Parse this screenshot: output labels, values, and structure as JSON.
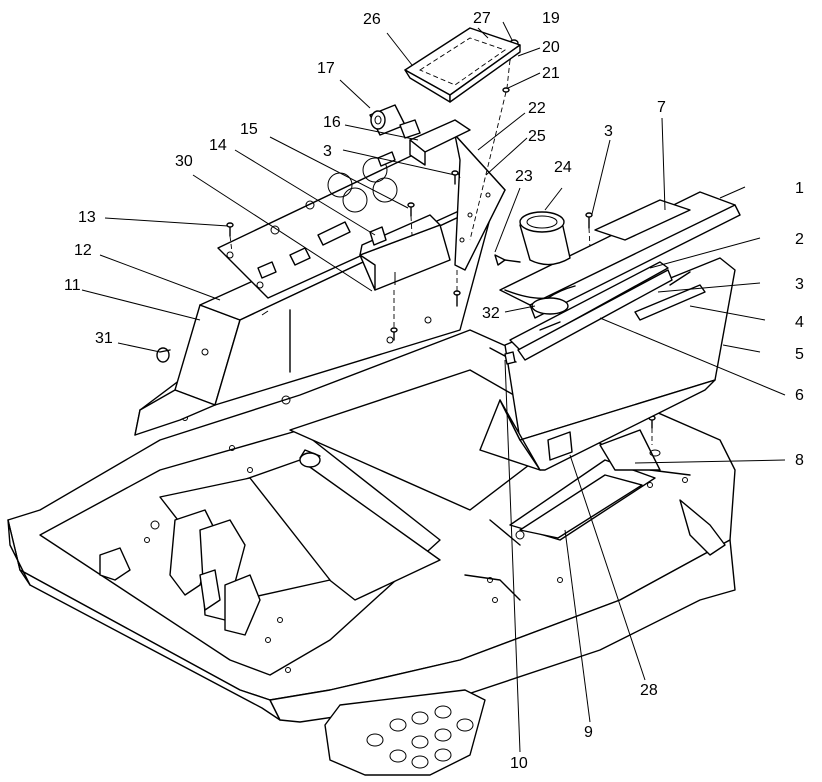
{
  "callouts": [
    {
      "id": "c1",
      "label": "1"
    },
    {
      "id": "c2",
      "label": "2"
    },
    {
      "id": "c3a",
      "label": "3"
    },
    {
      "id": "c3b",
      "label": "3"
    },
    {
      "id": "c3c",
      "label": "3"
    },
    {
      "id": "c4",
      "label": "4"
    },
    {
      "id": "c5",
      "label": "5"
    },
    {
      "id": "c6",
      "label": "6"
    },
    {
      "id": "c7",
      "label": "7"
    },
    {
      "id": "c8",
      "label": "8"
    },
    {
      "id": "c9",
      "label": "9"
    },
    {
      "id": "c10",
      "label": "10"
    },
    {
      "id": "c11",
      "label": "11"
    },
    {
      "id": "c12",
      "label": "12"
    },
    {
      "id": "c13",
      "label": "13"
    },
    {
      "id": "c14",
      "label": "14"
    },
    {
      "id": "c15",
      "label": "15"
    },
    {
      "id": "c16",
      "label": "16"
    },
    {
      "id": "c17",
      "label": "17"
    },
    {
      "id": "c19",
      "label": "19"
    },
    {
      "id": "c20",
      "label": "20"
    },
    {
      "id": "c21",
      "label": "21"
    },
    {
      "id": "c22",
      "label": "22"
    },
    {
      "id": "c23",
      "label": "23"
    },
    {
      "id": "c24",
      "label": "24"
    },
    {
      "id": "c25",
      "label": "25"
    },
    {
      "id": "c26",
      "label": "26"
    },
    {
      "id": "c27",
      "label": "27"
    },
    {
      "id": "c28",
      "label": "28"
    },
    {
      "id": "c30",
      "label": "30"
    },
    {
      "id": "c31",
      "label": "31"
    },
    {
      "id": "c32",
      "label": "32"
    }
  ]
}
